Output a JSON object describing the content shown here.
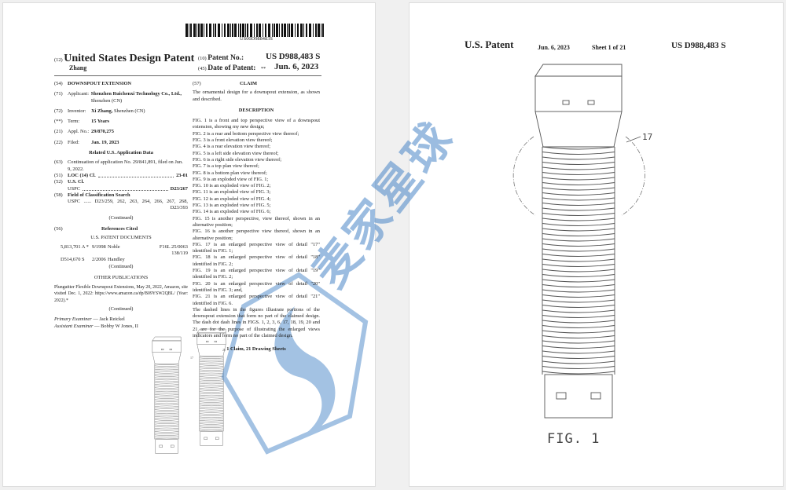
{
  "front_page": {
    "barcode_text": "US00D988483S",
    "doc_type_num": "(12)",
    "doc_type": "United States Design Patent",
    "inventor_surname": "Zhang",
    "patent_no_num": "(10)",
    "patent_no_label": "Patent No.:",
    "patent_no": "US D988,483 S",
    "date_num": "(45)",
    "date_label": "Date of Patent:",
    "date_mark": "**",
    "date": "Jun. 6, 2023",
    "left": {
      "title_num": "(54)",
      "title": "DOWNSPOUT EXTENSION",
      "applicant_num": "(71)",
      "applicant_label": "Applicant:",
      "applicant": "Shenzhen Ruichenxi Technology Co., Ltd.,",
      "applicant_loc": "Shenzhen (CN)",
      "inventor_num": "(72)",
      "inventor_label": "Inventor:",
      "inventor": "Xi Zhang,",
      "inventor_loc": "Shenzhen (CN)",
      "term_num": "(**)",
      "term_label": "Term:",
      "term": "15 Years",
      "appl_num": "(21)",
      "appl_label": "Appl. No.:",
      "appl": "29/870,275",
      "filed_num": "(22)",
      "filed_label": "Filed:",
      "filed": "Jan. 19, 2023",
      "related_heading": "Related U.S. Application Data",
      "cont_num": "(63)",
      "continuation": "Continuation of application No. 29/841,891, filed on Jun. 9, 2022.",
      "loc_num": "(51)",
      "loc_label": "LOC (14) Cl.",
      "loc": "23-01",
      "uscl_num": "(52)",
      "uscl_label": "U.S. Cl.",
      "uspc_label": "USPC",
      "uspc": "D23/267",
      "field_num": "(58)",
      "field_label": "Field of Classification Search",
      "field": "USPC ...... D23/259, 262, 263, 264, 266, 267, 268, D23/393",
      "continued": "(Continued)",
      "refs_num": "(56)",
      "refs_heading": "References Cited",
      "us_docs_heading": "U.S. PATENT DOCUMENTS",
      "us_docs": [
        {
          "no": "5,813,701 A *",
          "date": "9/1998",
          "name": "Noble",
          "cls": "F16L 25/0063",
          "cls2": "138/119"
        },
        {
          "no": "D514,670 S",
          "date": "2/2006",
          "name": "Handley",
          "cls": "",
          "cls2": ""
        }
      ],
      "continued2": "(Continued)",
      "other_heading": "OTHER PUBLICATIONS",
      "other": "Plunguttter Flexible Downspout Extensions, May 20, 2022, Amazon, site visited Dec. 1, 2022: https://www.amazon.ca/dp/B09YSW2QBL/ (Year: 2022).*",
      "continued3": "(Continued)",
      "primary_label": "Primary Examiner",
      "primary": "— Jack Reickel",
      "assistant_label": "Assistant Examiner",
      "assistant": "— Bobby W Jones, II"
    },
    "right": {
      "claim_num": "(57)",
      "claim_heading": "CLAIM",
      "claim": "The ornamental design for a downspout extension, as shown and described.",
      "desc_heading": "DESCRIPTION",
      "desc": [
        "FIG. 1 is a front and top perspective view of a downspout extension, showing my new design;",
        "FIG. 2 is a rear and bottom perspective view thereof;",
        "FIG. 3 is a front elevation view thereof;",
        "FIG. 4 is a rear elevation view thereof;",
        "FIG. 5 is a left side elevation view thereof;",
        "FIG. 6 is a right side elevation view thereof;",
        "FIG. 7 is a top plan view thereof;",
        "FIG. 8 is a bottom plan view thereof;",
        "FIG. 9 is an exploded view of FIG. 1;",
        "FIG. 10 is an exploded view of FIG. 2;",
        "FIG. 11 is an exploded view of FIG. 3;",
        "FIG. 12 is an exploded view of FIG. 4;",
        "FIG. 13 is an exploded view of FIG. 5;",
        "FIG. 14 is an exploded view of FIG. 6;",
        "FIG. 15 is another perspective, view thereof, shown in an alternative position;",
        "FIG. 16 is another perspective view thereof, shown in an alternative position;",
        "FIG. 17 is an enlarged perspective view of detail \"17\" identified in FIG. 1;",
        "FIG. 18 is an enlarged perspective view of detail \"18\" identified in FIG. 2;",
        "FIG. 19 is an enlarged perspective view of detail \"19\" identified in FIG. 2;",
        "FIG. 20 is an enlarged perspective view of detail \"20\" identified in FIG. 3; and,",
        "FIG. 21 is an enlarged perspective view of detail \"21\" identified in FIG. 6.",
        "The dashed lines in the figures illustrate portions of the downspout extension that form no part of the claimed design. The dash dot dash lines in FIGS. 1, 2, 3, 6, 17, 18, 19, 20 and 21 are for the purpose of illustrating the enlarged views indicators and form no part of the claimed design."
      ],
      "claims_sheets": "1 Claim, 21 Drawing Sheets"
    },
    "thumb_labels": [
      "17",
      "20"
    ]
  },
  "sheet": {
    "label": "U.S. Patent",
    "date": "Jun. 6, 2023",
    "sheet": "Sheet 1 of 21",
    "patent_no": "US D988,483 S",
    "ref_label": "17",
    "fig_label": "FIG. 1"
  },
  "watermark": {
    "text": "麦家星球",
    "color": "#4a86c8"
  }
}
